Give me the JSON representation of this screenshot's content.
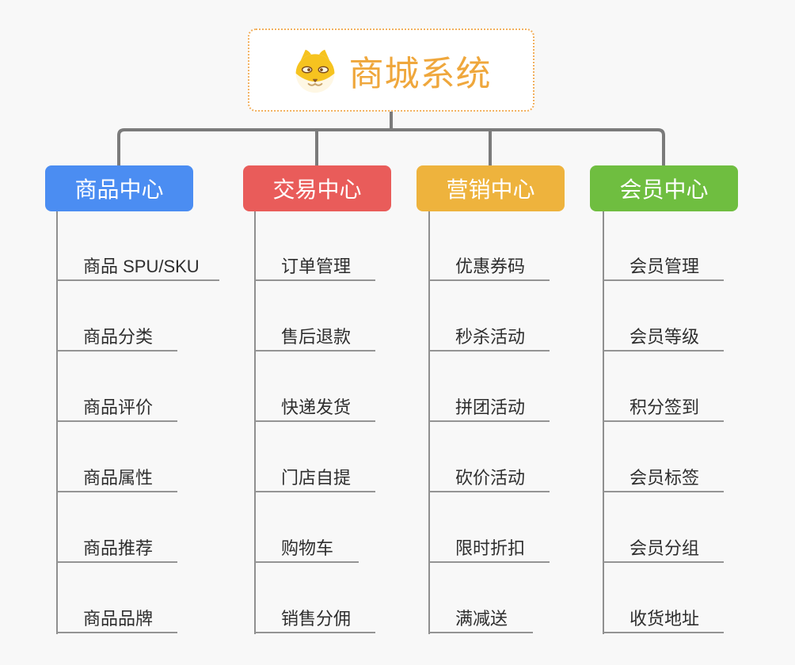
{
  "root": {
    "title": "商城系统",
    "icon": "doge-icon",
    "title_color": "#efa73c",
    "border_color": "#f2b05e"
  },
  "branches": [
    {
      "label": "商品中心",
      "color": "#4b8df2",
      "items": [
        "商品 SPU/SKU",
        "商品分类",
        "商品评价",
        "商品属性",
        "商品推荐",
        "商品品牌"
      ]
    },
    {
      "label": "交易中心",
      "color": "#e95c5a",
      "items": [
        "订单管理",
        "售后退款",
        "快递发货",
        "门店自提",
        "购物车",
        "销售分佣"
      ]
    },
    {
      "label": "营销中心",
      "color": "#eeb33d",
      "items": [
        "优惠券码",
        "秒杀活动",
        "拼团活动",
        "砍价活动",
        "限时折扣",
        "满减送"
      ]
    },
    {
      "label": "会员中心",
      "color": "#6fbe40",
      "items": [
        "会员管理",
        "会员等级",
        "积分签到",
        "会员标签",
        "会员分组",
        "收货地址"
      ]
    }
  ],
  "connector_color": "#7b7b7b",
  "background_color": "#f8f8f8"
}
